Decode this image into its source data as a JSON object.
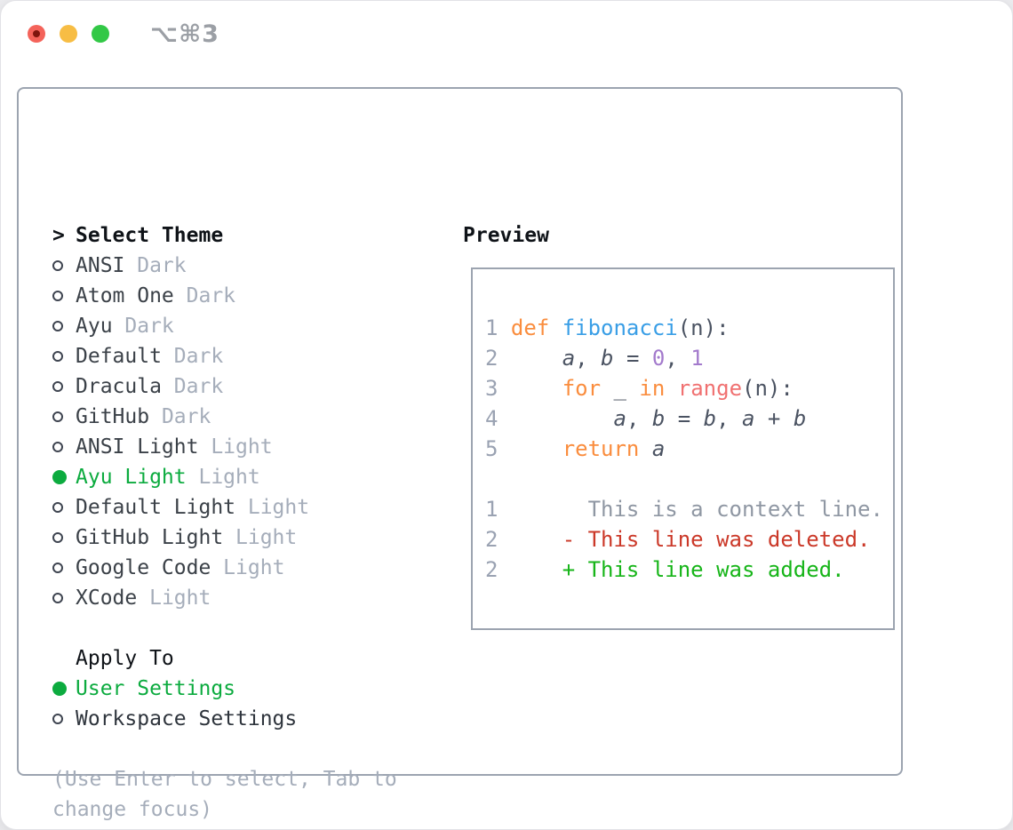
{
  "window": {
    "title": "⌥⌘3",
    "traffic_lights": [
      "close",
      "minimize",
      "zoom"
    ]
  },
  "theme_list": {
    "cursor": ">",
    "header": "Select Theme",
    "items": [
      {
        "name": "ANSI",
        "variant": "Dark",
        "selected": false
      },
      {
        "name": "Atom One",
        "variant": "Dark",
        "selected": false
      },
      {
        "name": "Ayu",
        "variant": "Dark",
        "selected": false
      },
      {
        "name": "Default",
        "variant": "Dark",
        "selected": false
      },
      {
        "name": "Dracula",
        "variant": "Dark",
        "selected": false
      },
      {
        "name": "GitHub",
        "variant": "Dark",
        "selected": false
      },
      {
        "name": "ANSI Light",
        "variant": "Light",
        "selected": false
      },
      {
        "name": "Ayu Light",
        "variant": "Light",
        "selected": true
      },
      {
        "name": "Default Light",
        "variant": "Light",
        "selected": false
      },
      {
        "name": "GitHub Light",
        "variant": "Light",
        "selected": false
      },
      {
        "name": "Google Code",
        "variant": "Light",
        "selected": false
      },
      {
        "name": "XCode",
        "variant": "Light",
        "selected": false
      }
    ]
  },
  "apply_to": {
    "header": "Apply To",
    "options": [
      {
        "label": "User Settings",
        "selected": true
      },
      {
        "label": "Workspace Settings",
        "selected": false
      }
    ]
  },
  "footer_hint": "(Use Enter to select, Tab to change focus)",
  "preview": {
    "header": "Preview",
    "lines": [
      {
        "num": "1",
        "segs": [
          {
            "t": "def ",
            "c": "kw"
          },
          {
            "t": "fibonacci",
            "c": "fn"
          },
          {
            "t": "(n):",
            "c": "pl"
          }
        ]
      },
      {
        "num": "2",
        "segs": [
          {
            "t": "    ",
            "c": "pl"
          },
          {
            "t": "a",
            "c": "var"
          },
          {
            "t": ", ",
            "c": "pl"
          },
          {
            "t": "b",
            "c": "var"
          },
          {
            "t": " = ",
            "c": "pl"
          },
          {
            "t": "0",
            "c": "num"
          },
          {
            "t": ", ",
            "c": "pl"
          },
          {
            "t": "1",
            "c": "num"
          }
        ]
      },
      {
        "num": "3",
        "segs": [
          {
            "t": "    ",
            "c": "pl"
          },
          {
            "t": "for",
            "c": "kw"
          },
          {
            "t": " _ ",
            "c": "pl"
          },
          {
            "t": "in",
            "c": "kw"
          },
          {
            "t": " ",
            "c": "pl"
          },
          {
            "t": "range",
            "c": "bi"
          },
          {
            "t": "(n):",
            "c": "pl"
          }
        ]
      },
      {
        "num": "4",
        "segs": [
          {
            "t": "        ",
            "c": "pl"
          },
          {
            "t": "a",
            "c": "var"
          },
          {
            "t": ", ",
            "c": "pl"
          },
          {
            "t": "b",
            "c": "var"
          },
          {
            "t": " = ",
            "c": "pl"
          },
          {
            "t": "b",
            "c": "var"
          },
          {
            "t": ", ",
            "c": "pl"
          },
          {
            "t": "a",
            "c": "var"
          },
          {
            "t": " + ",
            "c": "pl"
          },
          {
            "t": "b",
            "c": "var"
          }
        ]
      },
      {
        "num": "5",
        "segs": [
          {
            "t": "    ",
            "c": "pl"
          },
          {
            "t": "return",
            "c": "kw"
          },
          {
            "t": " ",
            "c": "pl"
          },
          {
            "t": "a",
            "c": "var"
          }
        ]
      },
      {
        "num": "",
        "segs": []
      },
      {
        "num": "1",
        "segs": [
          {
            "t": "      This is a context line.",
            "c": "ctx"
          }
        ]
      },
      {
        "num": "2",
        "segs": [
          {
            "t": "    ",
            "c": "pl"
          },
          {
            "t": "- This line was deleted.",
            "c": "del"
          }
        ]
      },
      {
        "num": "2",
        "segs": [
          {
            "t": "    ",
            "c": "pl"
          },
          {
            "t": "+ This line was added.",
            "c": "add"
          }
        ]
      }
    ]
  },
  "colors": {
    "accent_green": "#0CAB3F",
    "keyword_orange": "#FA8D3E",
    "function_blue": "#399EE6",
    "number_purple": "#A37ACC",
    "builtin_pink": "#F07171",
    "code_text": "#4B5362",
    "muted_gray": "#A5ADBA",
    "line_number_gray": "#9AA2B2",
    "context_gray": "#8F97A3",
    "diff_red": "#CB3929",
    "diff_green": "#17B519",
    "panel_border_gray": "#9CA4B0",
    "traffic_red": "#F4635A",
    "traffic_yellow": "#F7BD44",
    "traffic_green": "#32C846"
  }
}
